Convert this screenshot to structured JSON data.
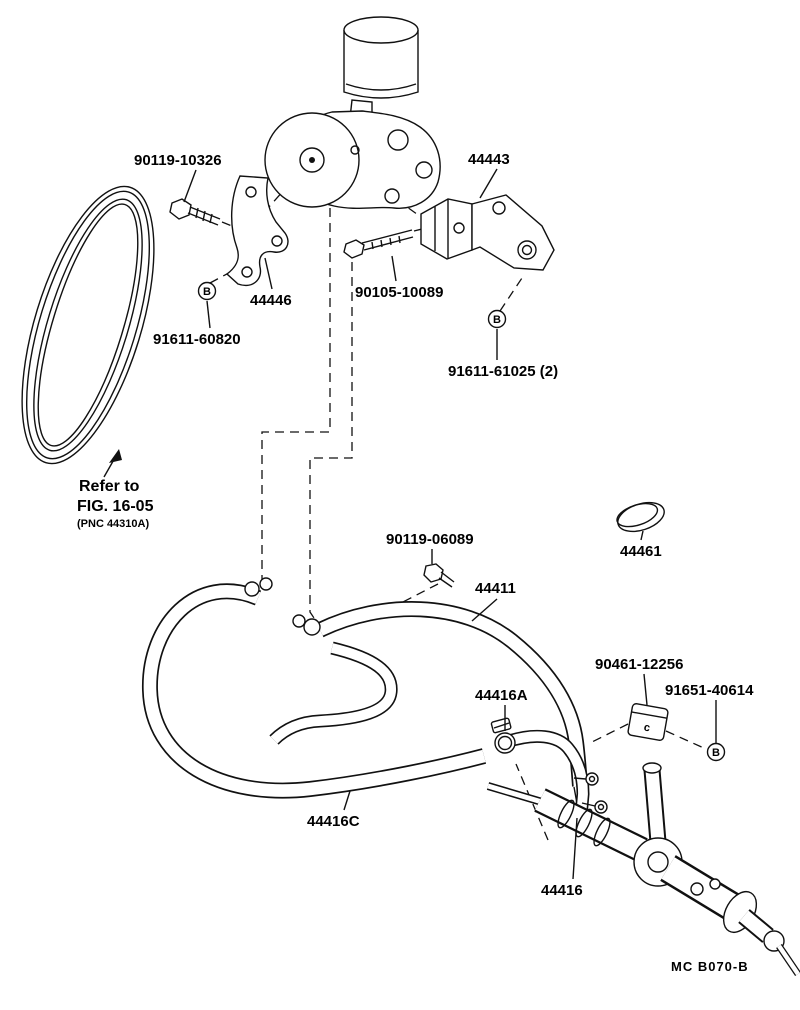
{
  "diagram": {
    "labels": {
      "bolt_90119_10326": "90119-10326",
      "bracket_44443": "44443",
      "bracket_44446": "44446",
      "bolt_90105_10089": "90105-10089",
      "nut_91611_60820": "91611-60820",
      "nut_91611_61025": "91611-61025 (2)",
      "refer_line1": "Refer to",
      "refer_line2": "FIG. 16-05",
      "refer_line3": "(PNC 44310A)",
      "bolt_90119_06089": "90119-06089",
      "cap_44461": "44461",
      "hose_44411": "44411",
      "clamp_90461_12256": "90461-12256",
      "bolt_91651_40614": "91651-40614",
      "clamp_44416A": "44416A",
      "hose_44416C": "44416C",
      "hose_44416": "44416",
      "footer_code": "MC  B070-B"
    },
    "markers": {
      "circled_b": "B",
      "clamp_letter": "c"
    }
  }
}
